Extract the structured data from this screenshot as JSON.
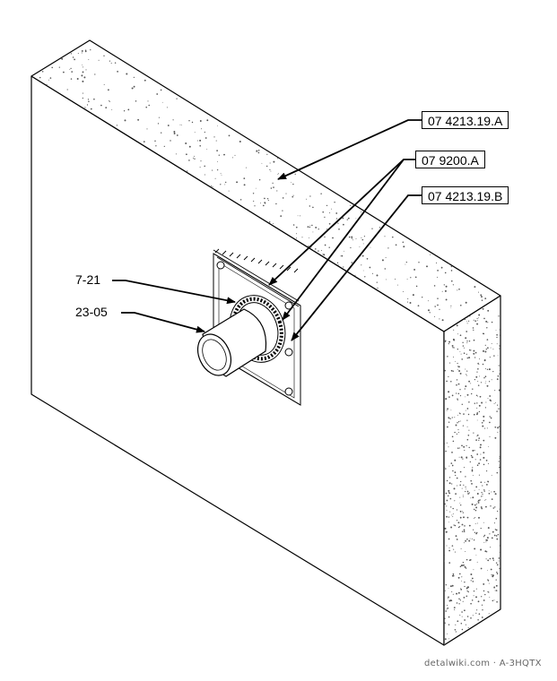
{
  "callouts": {
    "insulation": "07 4213.19.A",
    "sealant": "07 9200.A",
    "panel_edge": "07 4213.19.B"
  },
  "labels": {
    "gasket": "7-21",
    "pipe": "23-05"
  },
  "footer": {
    "site": "detalwiki.com",
    "separator": "·",
    "code": "A-3HQTX"
  },
  "colors": {
    "line": "#000000",
    "speckle": "#555555",
    "background": "#ffffff"
  }
}
